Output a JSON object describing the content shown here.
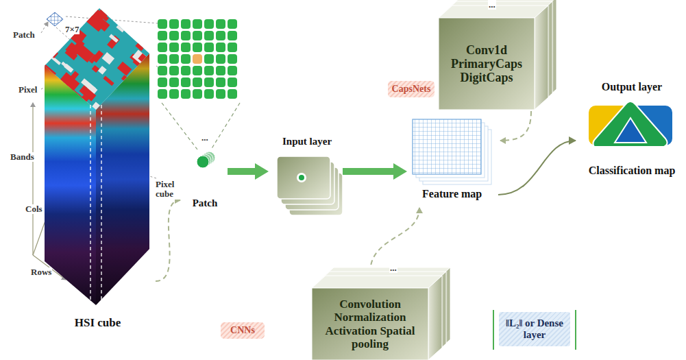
{
  "diagram": {
    "nodes": [
      {
        "text": [
          "HSI cube"
        ]
      },
      {
        "text": [
          "Patch"
        ]
      },
      {
        "text": [
          "Input layer"
        ]
      },
      {
        "text": [
          "CapsNets"
        ]
      },
      {
        "text": [
          "Conv1d PrimaryCaps DigitCaps"
        ]
      },
      {
        "text": [
          "Feature map"
        ]
      },
      {
        "text": [
          "Output layer",
          "Classification map"
        ]
      },
      {
        "text": [
          "CNNs"
        ]
      },
      {
        "text": [
          "Convolution Normalization Activation Spatial pooling"
        ]
      },
      {
        "text": [
          "‖L₂‖ or Dense layer"
        ]
      }
    ],
    "edges": [
      {
        "from": 0,
        "to": 1,
        "arrow": "to"
      },
      {
        "from": 1,
        "to": 2,
        "arrow": "to"
      },
      {
        "from": 2,
        "to": 5,
        "arrow": "to"
      },
      {
        "from": 4,
        "to": 5,
        "arrow": "to"
      },
      {
        "from": 8,
        "to": 5,
        "arrow": "to"
      },
      {
        "from": 5,
        "to": 6,
        "arrow": "to"
      }
    ],
    "labels": [
      "Patch",
      "7×7",
      "Pixel",
      "Bands",
      "Cols",
      "Rows",
      "Pixel cube",
      "...",
      "...",
      "..."
    ]
  }
}
